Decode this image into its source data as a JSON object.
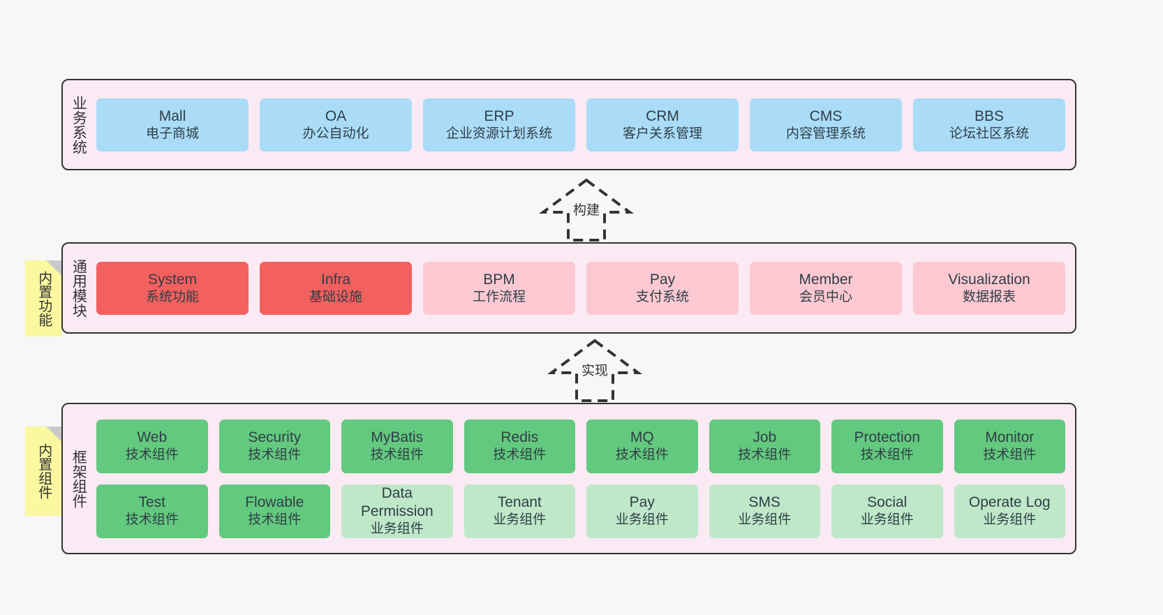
{
  "diagram": {
    "background": "#f7f7f7",
    "panel_fill": "#faeaf4",
    "panel_border": "#333333",
    "note_fill": "#fbf8a0"
  },
  "layers": {
    "business": {
      "title": "业务系统",
      "cards": [
        {
          "en": "Mall",
          "cn": "电子商城"
        },
        {
          "en": "OA",
          "cn": "办公自动化"
        },
        {
          "en": "ERP",
          "cn": "企业资源计划系统"
        },
        {
          "en": "CRM",
          "cn": "客户关系管理"
        },
        {
          "en": "CMS",
          "cn": "内容管理系统"
        },
        {
          "en": "BBS",
          "cn": "论坛社区系统"
        }
      ]
    },
    "modules": {
      "title": "通用模块",
      "note": "内置功能",
      "cards": [
        {
          "en": "System",
          "cn": "系统功能"
        },
        {
          "en": "Infra",
          "cn": "基础设施"
        },
        {
          "en": "BPM",
          "cn": "工作流程"
        },
        {
          "en": "Pay",
          "cn": "支付系统"
        },
        {
          "en": "Member",
          "cn": "会员中心"
        },
        {
          "en": "Visualization",
          "cn": "数据报表"
        }
      ]
    },
    "framework": {
      "title": "框架组件",
      "note": "内置组件",
      "row1": [
        {
          "en": "Web",
          "cn": "技术组件"
        },
        {
          "en": "Security",
          "cn": "技术组件"
        },
        {
          "en": "MyBatis",
          "cn": "技术组件"
        },
        {
          "en": "Redis",
          "cn": "技术组件"
        },
        {
          "en": "MQ",
          "cn": "技术组件"
        },
        {
          "en": "Job",
          "cn": "技术组件"
        },
        {
          "en": "Protection",
          "cn": "技术组件"
        },
        {
          "en": "Monitor",
          "cn": "技术组件"
        }
      ],
      "row2": [
        {
          "en": "Test",
          "cn": "技术组件"
        },
        {
          "en": "Flowable",
          "cn": "技术组件"
        },
        {
          "en": "Data Permission",
          "cn": "业务组件"
        },
        {
          "en": "Tenant",
          "cn": "业务组件"
        },
        {
          "en": "Pay",
          "cn": "业务组件"
        },
        {
          "en": "SMS",
          "cn": "业务组件"
        },
        {
          "en": "Social",
          "cn": "业务组件"
        },
        {
          "en": "Operate Log",
          "cn": "业务组件"
        }
      ]
    }
  },
  "relations": {
    "build": {
      "label": "构建",
      "style": "dashed-hollow-triangle-up"
    },
    "realize": {
      "label": "实现",
      "style": "dashed-hollow-triangle-up"
    }
  },
  "colors": {
    "business_card": "#aadcf8",
    "module_active": "#f2605f",
    "module_idle": "#fcc9d3",
    "tech_component": "#63c97e",
    "business_component": "#bfe8c9"
  }
}
